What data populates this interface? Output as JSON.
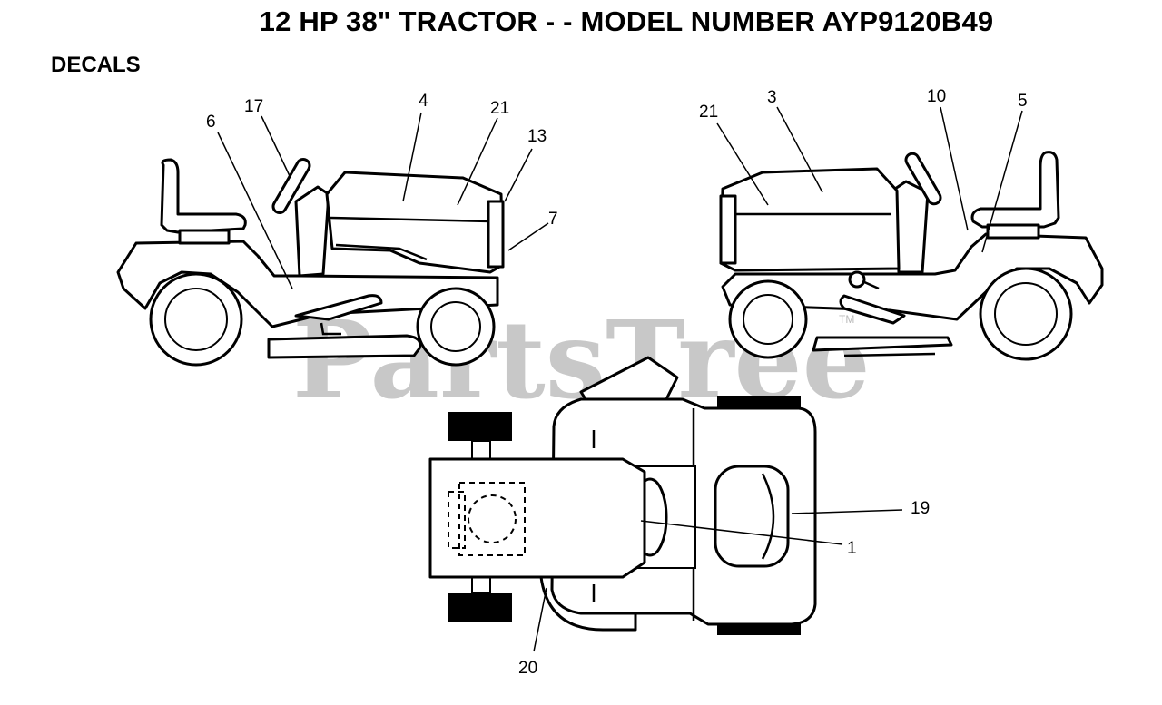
{
  "title": "12 HP 38\" TRACTOR - - MODEL NUMBER AYP9120B49",
  "section": "DECALS",
  "watermark": "PartsTree",
  "watermark_tm": "TM",
  "callouts": {
    "c1": "1",
    "c3": "3",
    "c4": "4",
    "c5": "5",
    "c6": "6",
    "c7": "7",
    "c10": "10",
    "c13": "13",
    "c17": "17",
    "c19": "19",
    "c20": "20",
    "c21_left": "21",
    "c21_right": "21"
  }
}
